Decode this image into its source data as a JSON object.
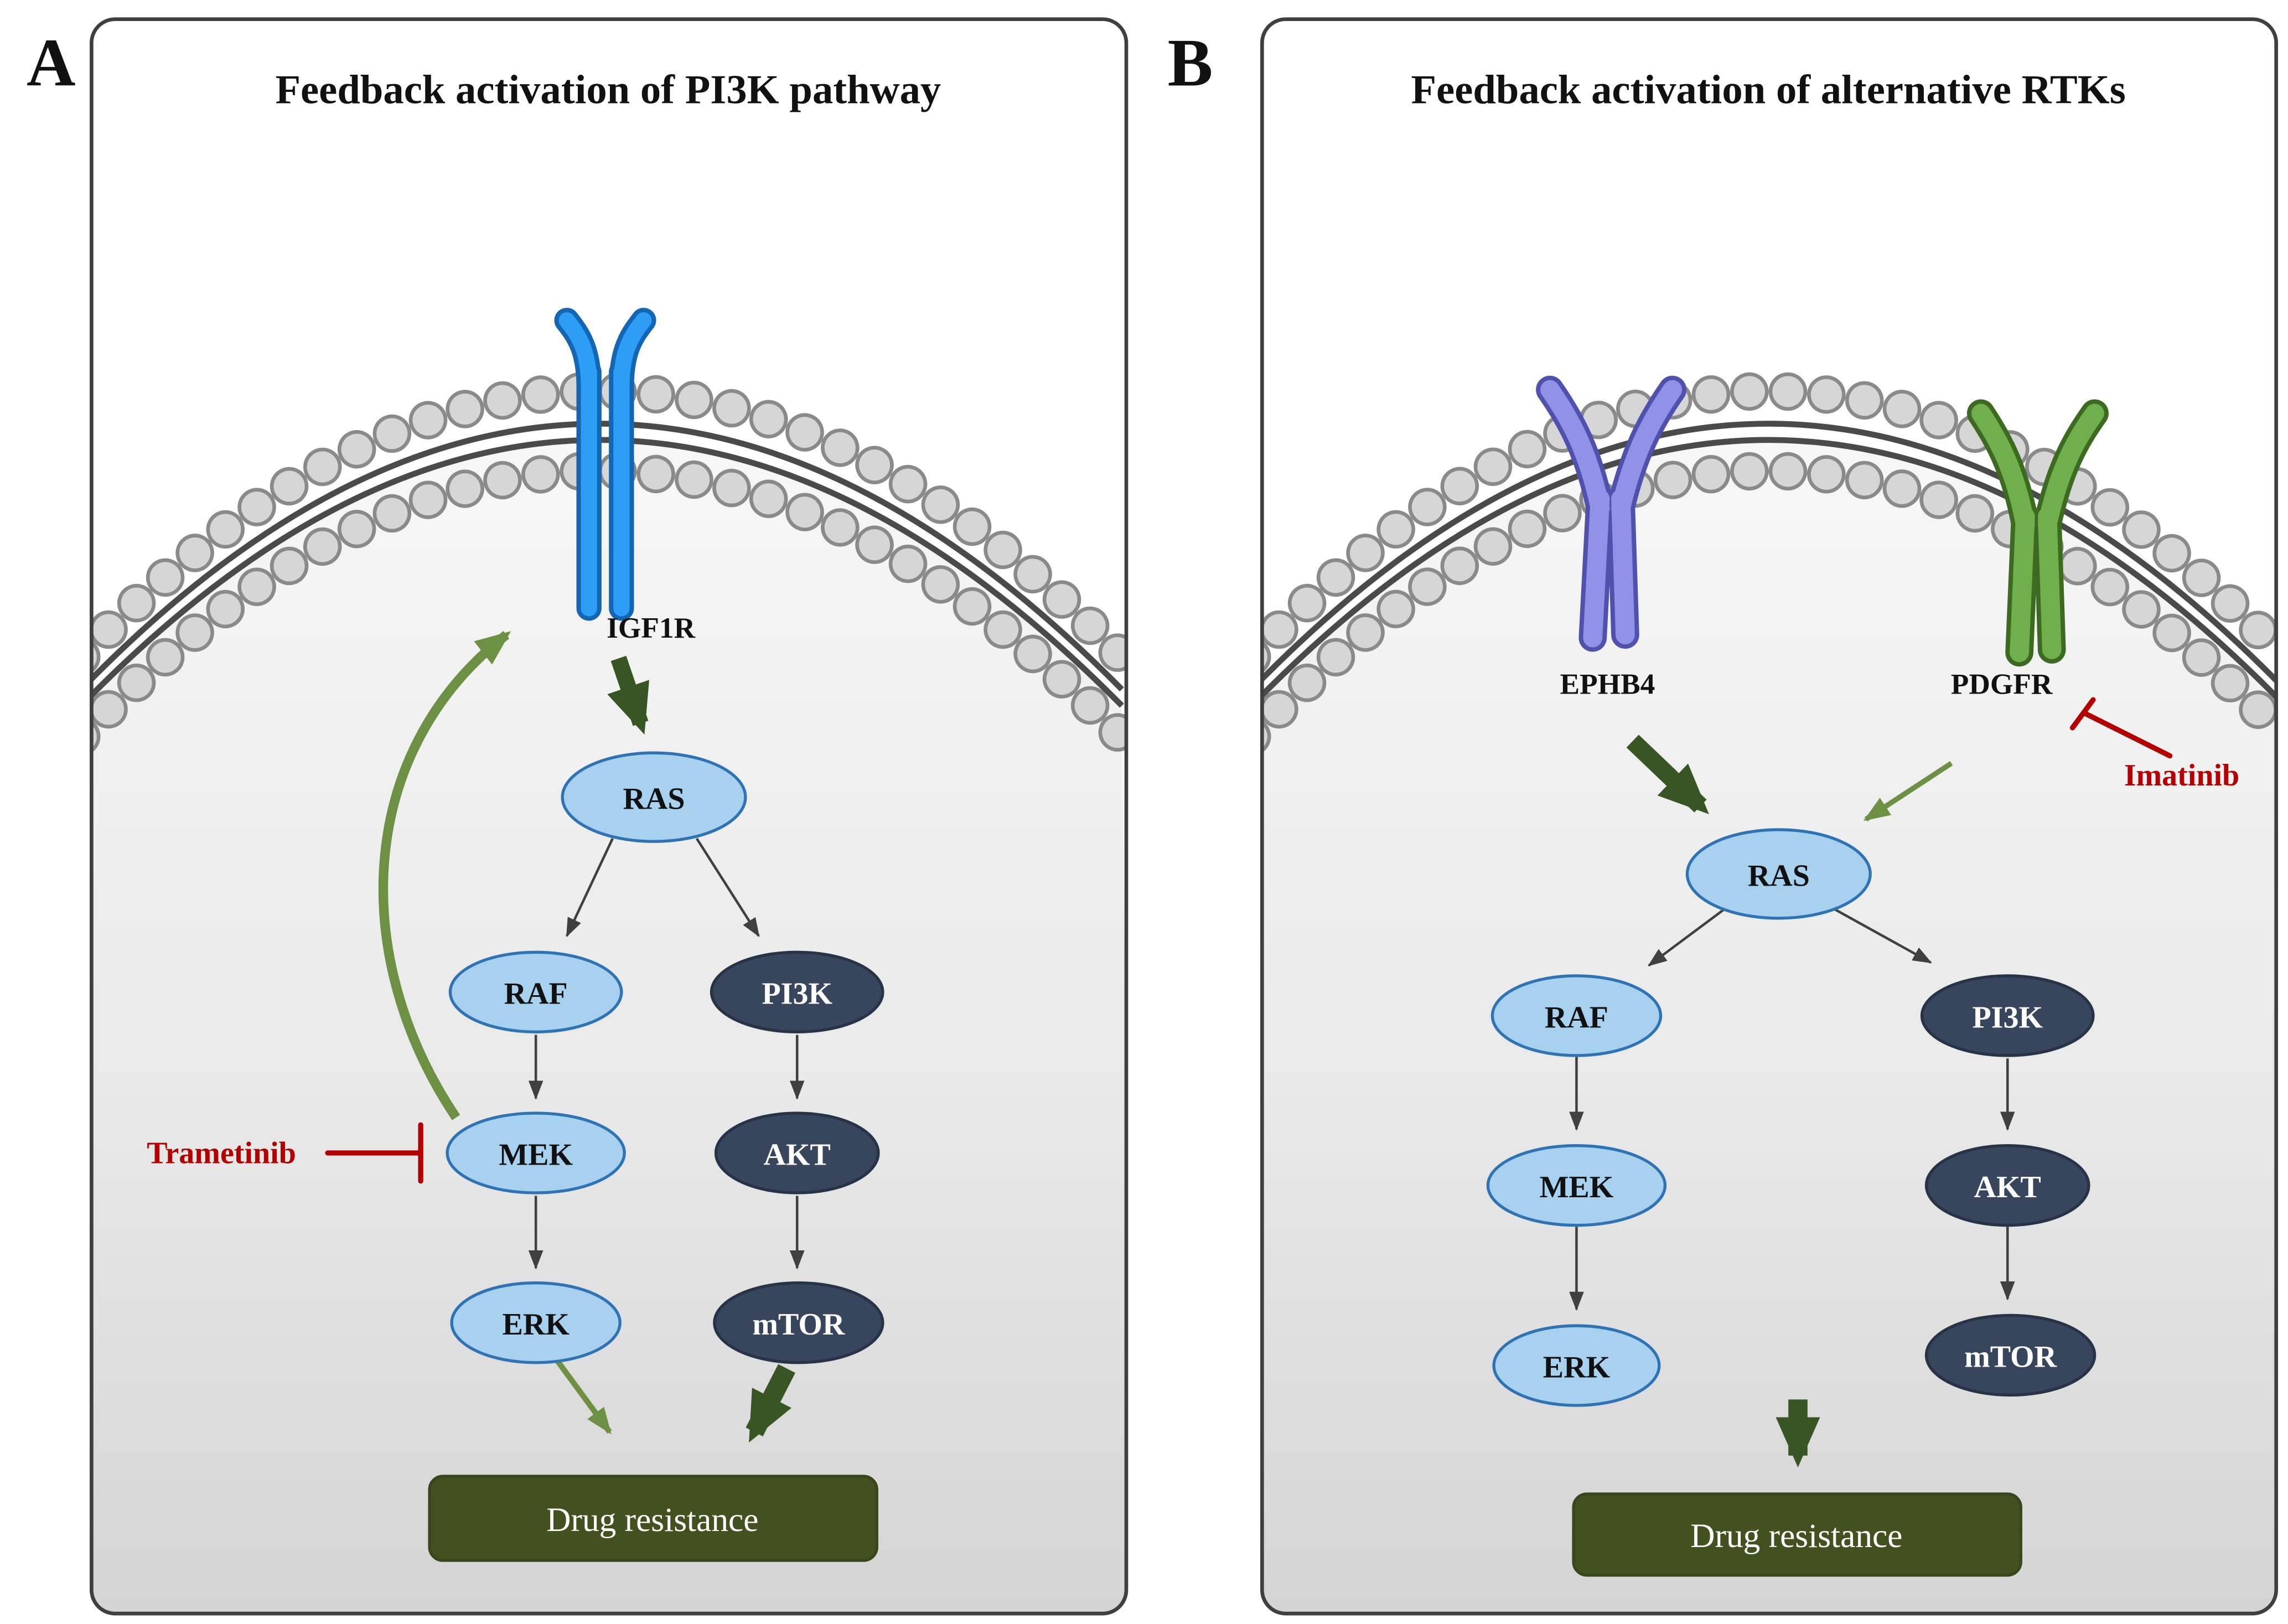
{
  "figure": {
    "colors": {
      "node_blue_fill": "#a8d1f0",
      "node_blue_stroke": "#2e74b5",
      "node_navy_fill": "#37465c",
      "activation_dark_green": "#375623",
      "activation_light_green": "#6d9142",
      "inhibition_red": "#b30000",
      "outcome_box_green": "#435020",
      "receptor_igf1r_blue": "#2e9df5",
      "receptor_ephb4_purple": "#8f92e6",
      "receptor_pdgfr_green": "#6fb04c",
      "membrane_bead_gray": "#d6d6d6",
      "cell_interior_gray": "#e9e9e9"
    },
    "panel_a": {
      "label": "A",
      "title": "Feedback activation of PI3K pathway",
      "receptor_label": "IGF1R",
      "inhibitor_label": "Trametinib",
      "nodes": {
        "ras": "RAS",
        "raf": "RAF",
        "mek": "MEK",
        "erk": "ERK",
        "pi3k": "PI3K",
        "akt": "AKT",
        "mtor": "mTOR"
      },
      "outcome_label": "Drug resistance"
    },
    "panel_b": {
      "label": "B",
      "title": "Feedback activation of alternative RTKs",
      "receptor_left_label": "EPHB4",
      "receptor_right_label": "PDGFR",
      "inhibitor_label": "Imatinib",
      "nodes": {
        "ras": "RAS",
        "raf": "RAF",
        "mek": "MEK",
        "erk": "ERK",
        "pi3k": "PI3K",
        "akt": "AKT",
        "mtor": "mTOR"
      },
      "outcome_label": "Drug resistance"
    }
  }
}
